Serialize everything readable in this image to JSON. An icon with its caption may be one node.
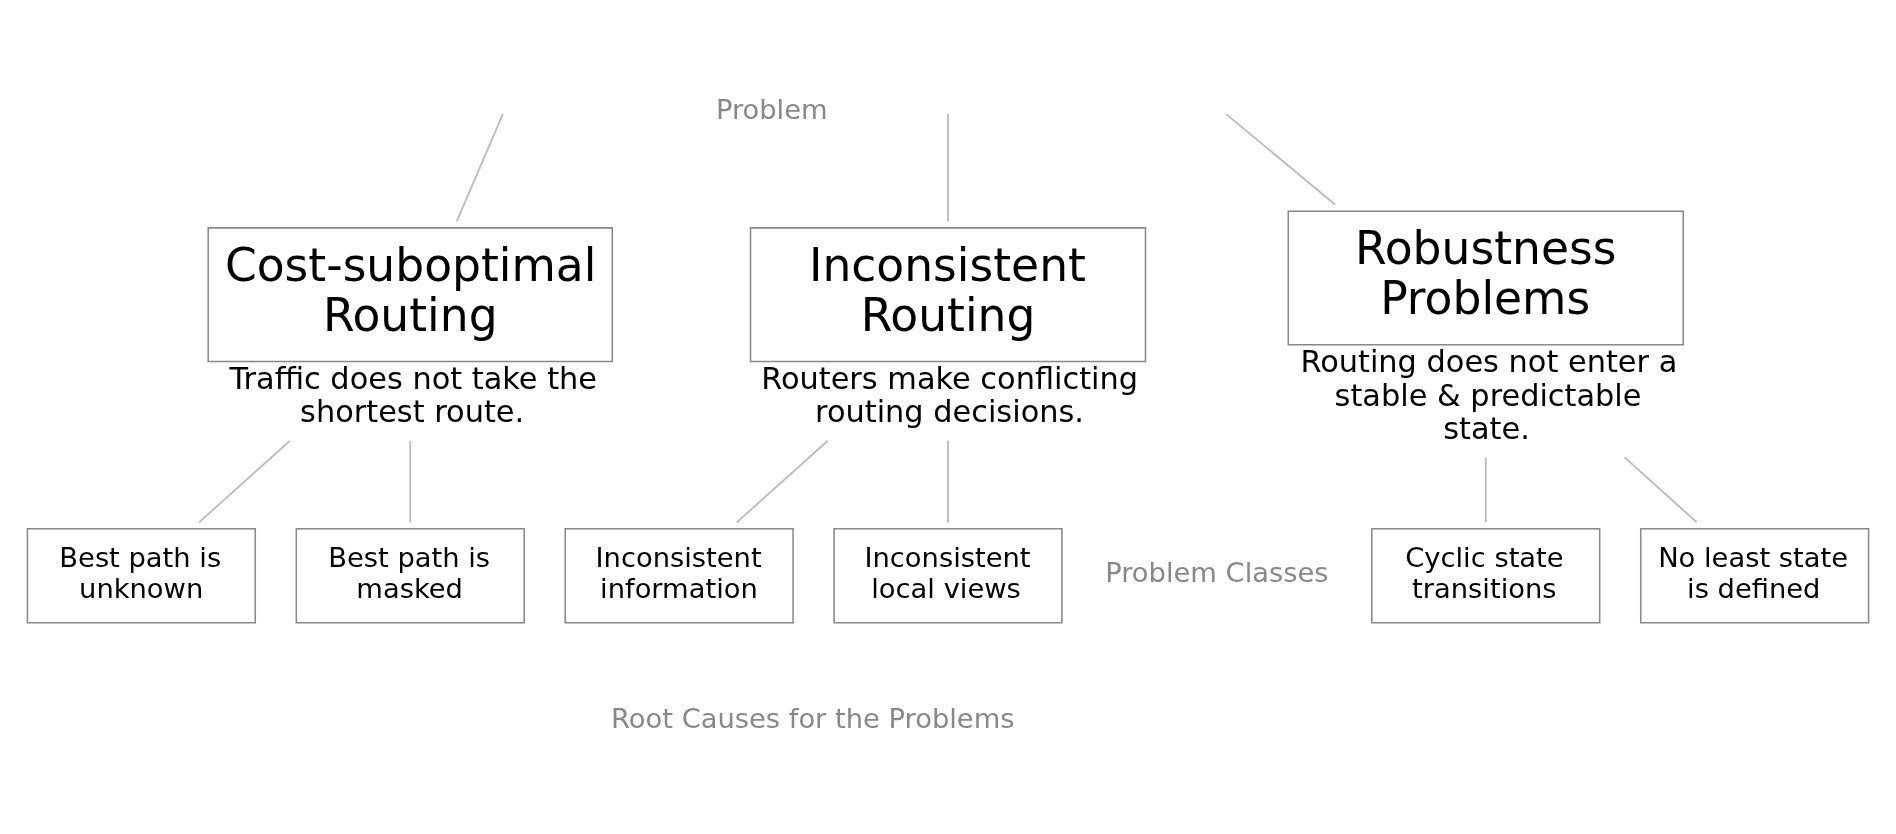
{
  "diagram": {
    "nodes": [
      {
        "text": [
          "Cost-suboptimal Routing"
        ],
        "beside": [
          "Traffic does not take the shortest route."
        ]
      },
      {
        "text": [
          "Inconsistent Routing"
        ],
        "beside": [
          "Routers make conflicting routing decisions."
        ]
      },
      {
        "text": [
          "Robustness Problems"
        ],
        "beside": [
          "Routing does not enter a stable & predictable state."
        ]
      },
      {
        "text": [
          "Best path is unknown"
        ]
      },
      {
        "text": [
          "Best path is masked"
        ]
      },
      {
        "text": [
          "Inconsistent information"
        ]
      },
      {
        "text": [
          "Inconsistent local views"
        ]
      },
      {
        "text": [
          "Cyclic state transitions"
        ]
      },
      {
        "text": [
          "No least state is defined"
        ]
      }
    ],
    "edges": [
      {
        "from": null,
        "to": 0,
        "arrow": "none"
      },
      {
        "from": null,
        "to": 1,
        "arrow": "none"
      },
      {
        "from": null,
        "to": 2,
        "arrow": "none"
      },
      {
        "from": 0,
        "to": 3,
        "arrow": "none"
      },
      {
        "from": 0,
        "to": 4,
        "arrow": "none"
      },
      {
        "from": 1,
        "to": 5,
        "arrow": "none"
      },
      {
        "from": 1,
        "to": 6,
        "arrow": "none"
      },
      {
        "from": 2,
        "to": 7,
        "arrow": "none"
      },
      {
        "from": 2,
        "to": 8,
        "arrow": "none"
      }
    ],
    "labels": [
      "Problem",
      "Problem Classes",
      "Root Causes for the Problems"
    ]
  }
}
